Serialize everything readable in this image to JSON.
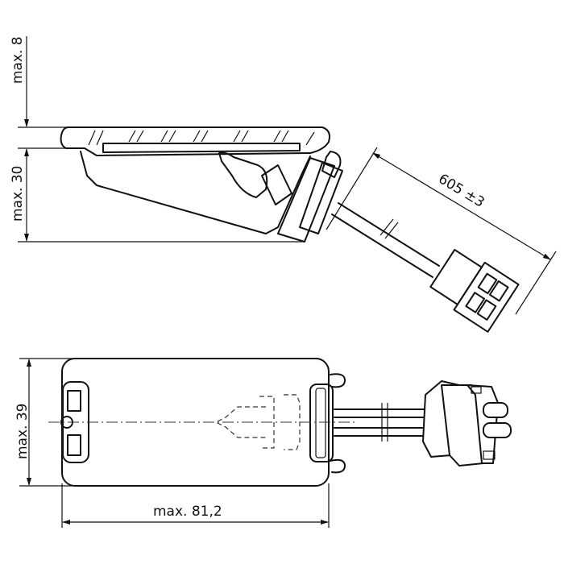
{
  "title": "Lamp assembly dimension drawing",
  "dimensions": {
    "top_height": "max. 8",
    "body_height": "max. 30",
    "cable_length": "605 ±3",
    "width": "max. 39",
    "length": "max. 81,2"
  }
}
